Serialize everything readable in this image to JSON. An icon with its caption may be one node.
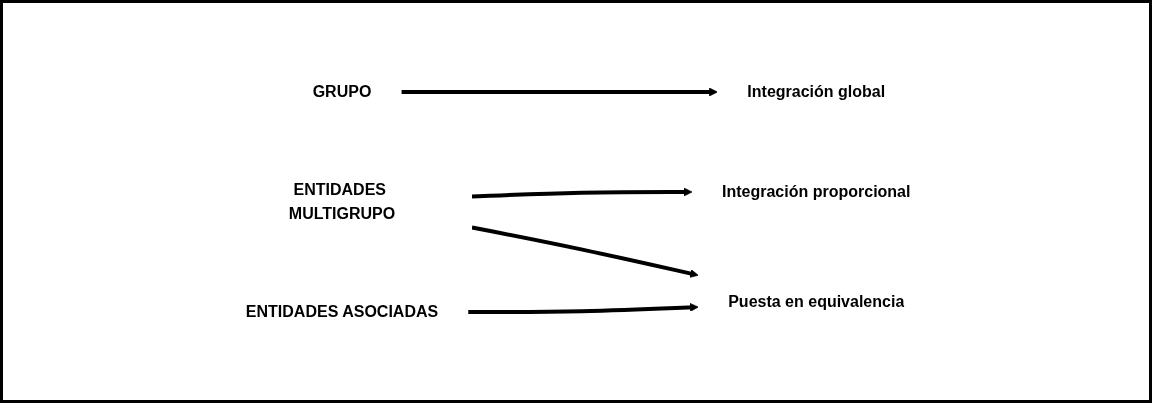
{
  "diagram": {
    "nodes": [
      {
        "text": [
          "GRUPO"
        ]
      },
      {
        "text": [
          "ENTIDADES MULTIGRUPO"
        ]
      },
      {
        "text": [
          "ENTIDADES ASOCIADAS"
        ]
      },
      {
        "text": [
          "Integración global"
        ]
      },
      {
        "text": [
          "Integración proporcional"
        ]
      },
      {
        "text": [
          "Puesta en equivalencia"
        ]
      }
    ],
    "edges": [
      {
        "from": 0,
        "to": 3,
        "arrow": "to"
      },
      {
        "from": 1,
        "to": 4,
        "arrow": "to"
      },
      {
        "from": 1,
        "to": 5,
        "arrow": "to"
      },
      {
        "from": 2,
        "to": 5,
        "arrow": "to"
      }
    ]
  }
}
